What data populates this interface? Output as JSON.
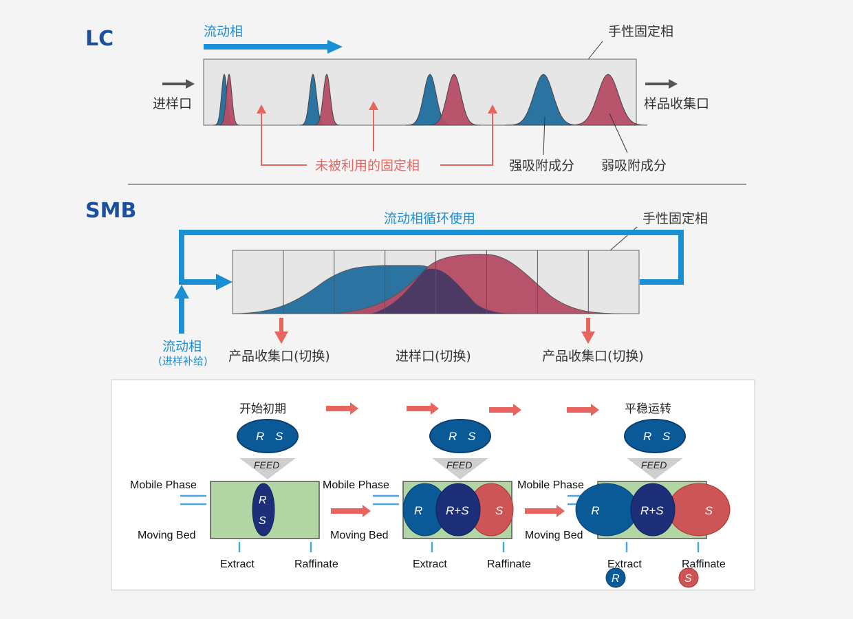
{
  "colors": {
    "blue": "#1a8fd4",
    "peak_blue": "#2b73a0",
    "peak_red": "#b54d66",
    "overlap": "#4c3a64",
    "red_arrow": "#e8645f",
    "dark_blue": "#0b5a98",
    "navy": "#1d2f78",
    "green": "#b1d6a4",
    "r_red": "#cd5555"
  },
  "lc": {
    "title": "LC",
    "mobile_phase": "流动相",
    "chiral_phase": "手性固定相",
    "inlet": "进样口",
    "outlet": "样品收集口",
    "unused": "未被利用的固定相",
    "strong": "强吸附成分",
    "weak": "弱吸附成分"
  },
  "smb": {
    "title": "SMB",
    "recycle": "流动相循环使用",
    "chiral_phase": "手性固定相",
    "mobile_phase": "流动相",
    "mobile_phase_sub": "(进样补给)",
    "collect_left": "产品收集口(切换)",
    "inlet": "进样口(切换)",
    "collect_right": "产品收集口(切换)"
  },
  "process": {
    "start": "开始初期",
    "steady": "平稳运转",
    "feed": "FEED",
    "r": "R",
    "s": "S",
    "rs": "R+S",
    "mobile_phase": "Mobile Phase",
    "moving_bed": "Moving Bed",
    "extract": "Extract",
    "raffinate": "Raffinate"
  }
}
